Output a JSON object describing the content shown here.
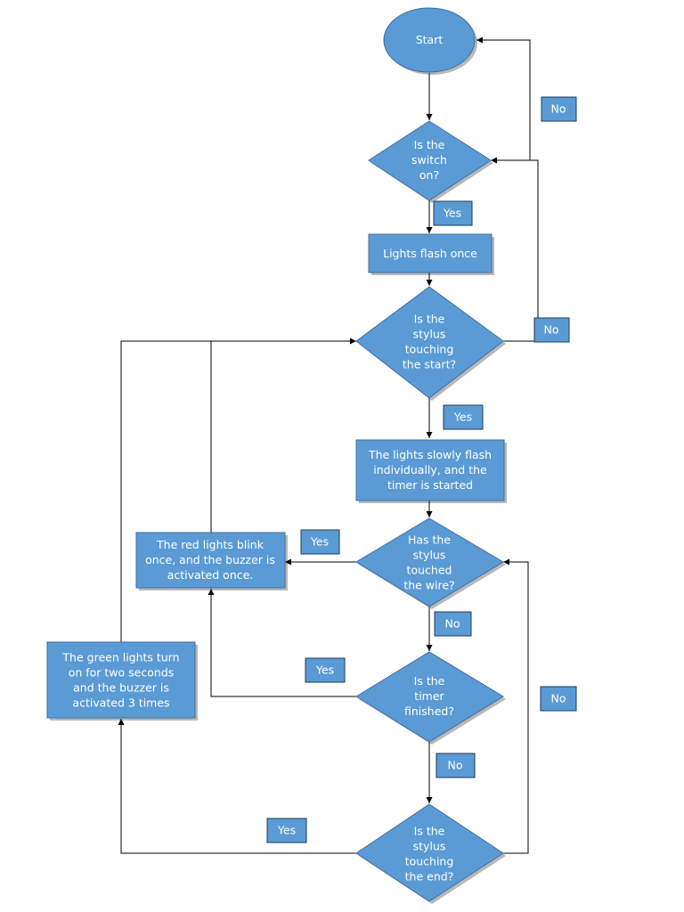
{
  "nodes": {
    "start": [
      "Start"
    ],
    "switch_on": [
      "Is the",
      "switch",
      "on?"
    ],
    "lights_flash_once": [
      "Lights flash once"
    ],
    "stylus_touching_start": [
      "Is the",
      "stylus",
      "touching",
      "the start?"
    ],
    "lights_slowly_flash": [
      "The lights slowly flash",
      "individually, and the",
      "timer is started"
    ],
    "stylus_touched_wire": [
      "Has the",
      "stylus",
      "touched",
      "the wire?"
    ],
    "red_lights_blink": [
      "The red lights blink",
      "once, and the buzzer is",
      "activated once."
    ],
    "timer_finished": [
      "Is the",
      "timer",
      "finished?"
    ],
    "green_lights_on": [
      "The green lights turn",
      "on for two seconds",
      "and the buzzer is",
      "activated 3 times"
    ],
    "stylus_touching_end": [
      "Is the",
      "stylus",
      "touching",
      "the end?"
    ]
  },
  "labels": {
    "no_switch": "No",
    "yes_switch": "Yes",
    "no_start": "No",
    "yes_start": "Yes",
    "yes_wire": "Yes",
    "no_wire": "No",
    "yes_timer": "Yes",
    "no_timer": "No",
    "no_end": "No",
    "yes_end": "Yes"
  },
  "colors": {
    "shape_fill": "#5b9bd5",
    "text": "#ffffff",
    "connector": "#000000"
  }
}
